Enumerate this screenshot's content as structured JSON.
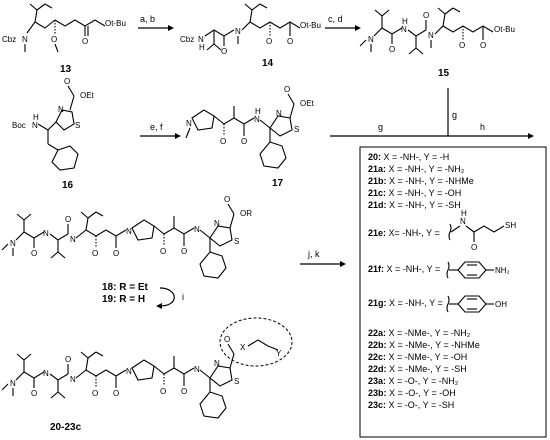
{
  "compounds": {
    "c13": "13",
    "c14": "14",
    "c15": "15",
    "c16": "16",
    "c17": "17",
    "c18": "18: R = Et",
    "c19": "19: R = H",
    "c2023c": "20-23c"
  },
  "reagents": {
    "ab": "a, b",
    "cd": "c, d",
    "ef": "e, f",
    "g1": "g",
    "g2": "g",
    "h": "h",
    "i": "i",
    "jk": "j, k"
  },
  "groups": {
    "cbz": "Cbz",
    "obu": "Ot-Bu",
    "boc": "Boc",
    "oet": "OEt",
    "or": "OR",
    "n": "N",
    "nh": "N",
    "h": "H",
    "o": "O",
    "s": "S",
    "x": "X",
    "y": "Y",
    "oh": "OH",
    "sh": "SH",
    "nh2": "NH₂"
  },
  "table": {
    "rows": [
      {
        "id": "20",
        "text": "X = -NH-, Y = -H"
      },
      {
        "id": "21a",
        "text": "X = -NH-, Y = -NH₂"
      },
      {
        "id": "21b",
        "text": "X = -NH-, Y = -NHMe"
      },
      {
        "id": "21c",
        "text": "X = -NH-, Y = -OH"
      },
      {
        "id": "21d",
        "text": "X = -NH-, Y = -SH"
      },
      {
        "id": "21e",
        "text": "X= -NH-, Y ="
      },
      {
        "id": "21f",
        "text": "X = -NH-, Y ="
      },
      {
        "id": "21g",
        "text": "X = -NH-, Y ="
      },
      {
        "id": "22a",
        "text": "X = -NMe-, Y = -NH₂"
      },
      {
        "id": "22b",
        "text": "X = -NMe-, Y = -NHMe"
      },
      {
        "id": "22c",
        "text": "X = -NMe-, Y = -OH"
      },
      {
        "id": "22d",
        "text": "X = -NMe-, Y = -SH"
      },
      {
        "id": "23a",
        "text": "X = -O-, Y = -NH₂"
      },
      {
        "id": "23b",
        "text": "X = -O-, Y = -OH"
      },
      {
        "id": "23c",
        "text": "X = -O-, Y = -SH"
      }
    ]
  }
}
